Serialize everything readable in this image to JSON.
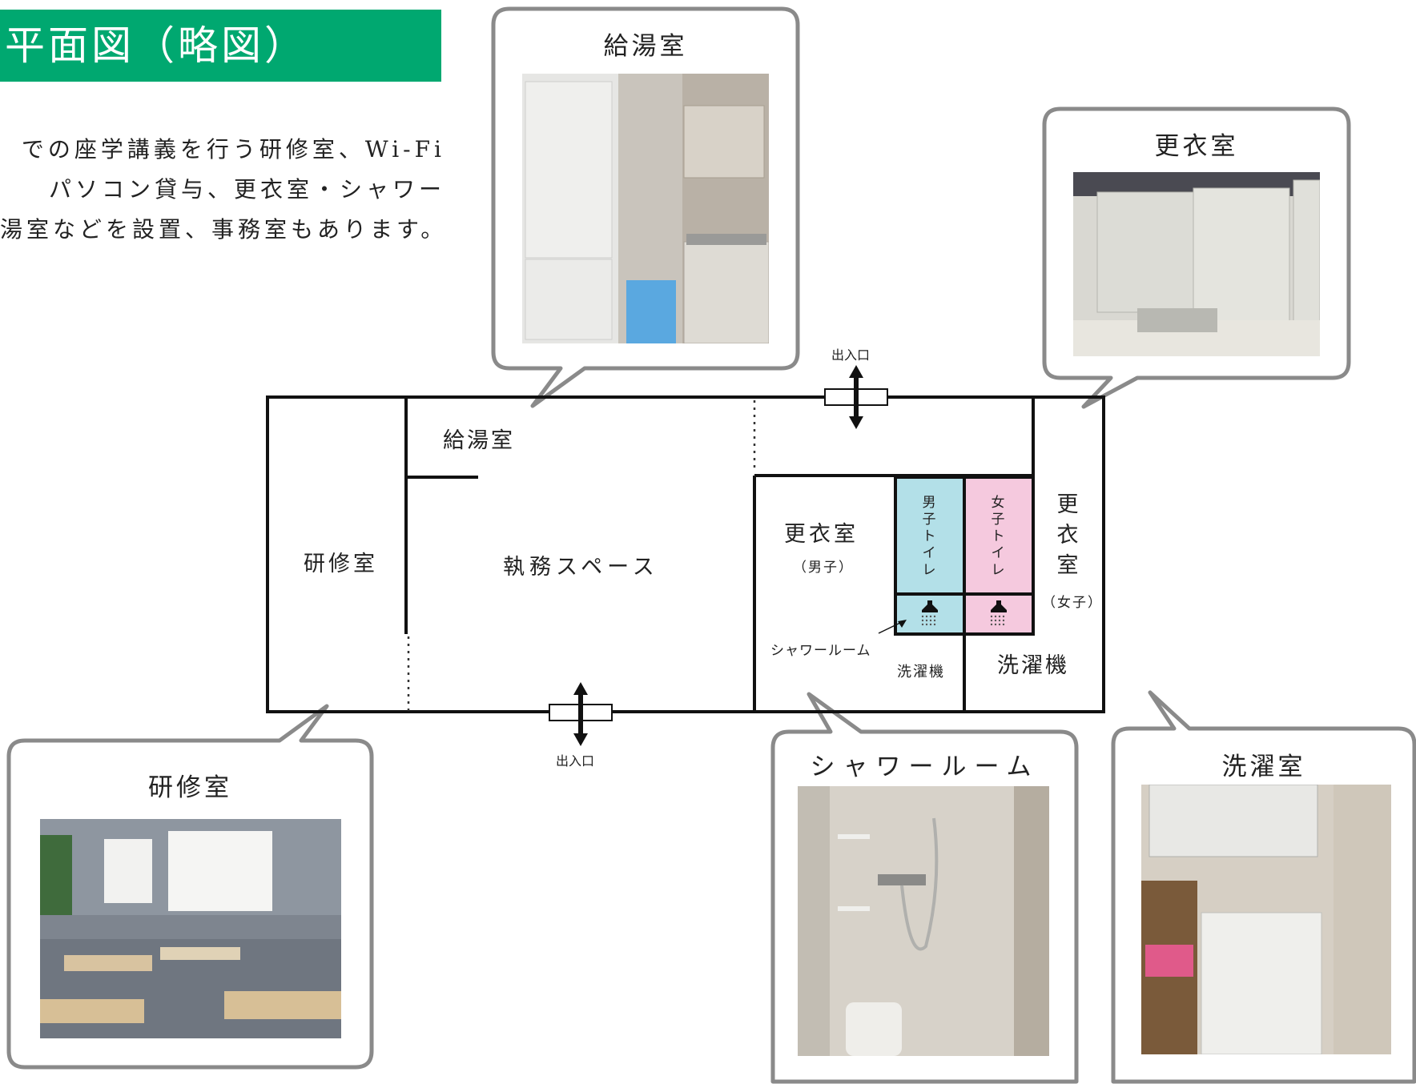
{
  "header": {
    "title": "平面図（略図）"
  },
  "intro": {
    "lines": [
      "での座学講義を行う研修室、Wi-Fi",
      "パソコン貸与、更衣室・シャワー",
      "湯室などを設置、事務室もあります。"
    ]
  },
  "rooms": {
    "kyuto": "給湯室",
    "kenshu": "研修室",
    "shitsumu": "執務スペース",
    "koui_male": "更衣室",
    "koui_male_sub": "（男子）",
    "toilet_male": "男子トイレ",
    "toilet_female": "女子トイレ",
    "koui_female": "更衣室",
    "koui_female_sub": "（女子）",
    "shower_pointer": "シャワールーム",
    "washer_small": "洗濯機",
    "washer_large": "洗濯機",
    "entrance_top": "出入口",
    "entrance_bottom": "出入口"
  },
  "bubbles": {
    "kyuto": "給湯室",
    "koui": "更衣室",
    "kenshu": "研修室",
    "shower": "シャワールーム",
    "sentaku": "洗濯室"
  },
  "colors": {
    "banner": "#00a870",
    "toilet_male": "#b3e0e8",
    "toilet_female": "#f5c9de",
    "bubble_border": "#8a8a8a"
  }
}
